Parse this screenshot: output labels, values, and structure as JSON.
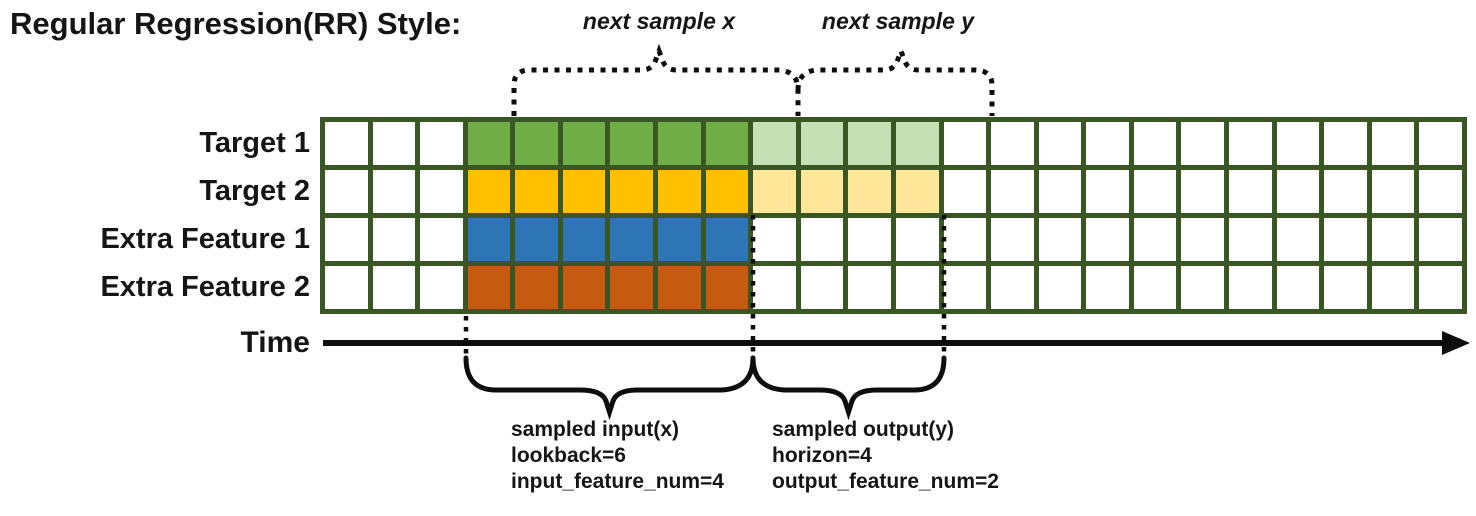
{
  "title": "Regular Regression(RR) Style:",
  "annotations": {
    "next_sample_x": "next sample x",
    "next_sample_y": "next sample y"
  },
  "grid": {
    "columns": 24,
    "border_color": "#385723",
    "empty_fill": "#ffffff",
    "rows": [
      {
        "label": "Target 1",
        "fill": "#70AD47",
        "fill_cols": [
          3,
          8
        ],
        "faded_fill": "#C5E0B4",
        "faded_cols": [
          9,
          12
        ]
      },
      {
        "label": "Target 2",
        "fill": "#FFC000",
        "fill_cols": [
          3,
          8
        ],
        "faded_fill": "#FFE699",
        "faded_cols": [
          9,
          12
        ]
      },
      {
        "label": "Extra Feature 1",
        "fill": "#2E75B6",
        "fill_cols": [
          3,
          8
        ],
        "faded_fill": null,
        "faded_cols": null
      },
      {
        "label": "Extra Feature 2",
        "fill": "#C55A11",
        "fill_cols": [
          3,
          8
        ],
        "faded_fill": null,
        "faded_cols": null
      }
    ]
  },
  "time_axis": {
    "label": "Time"
  },
  "captions": {
    "input": [
      "sampled input(x)",
      "lookback=6",
      "input_feature_num=4"
    ],
    "output": [
      "sampled output(y)",
      "horizon=4",
      "output_feature_num=2"
    ]
  },
  "line_color": "#0d0d0d"
}
